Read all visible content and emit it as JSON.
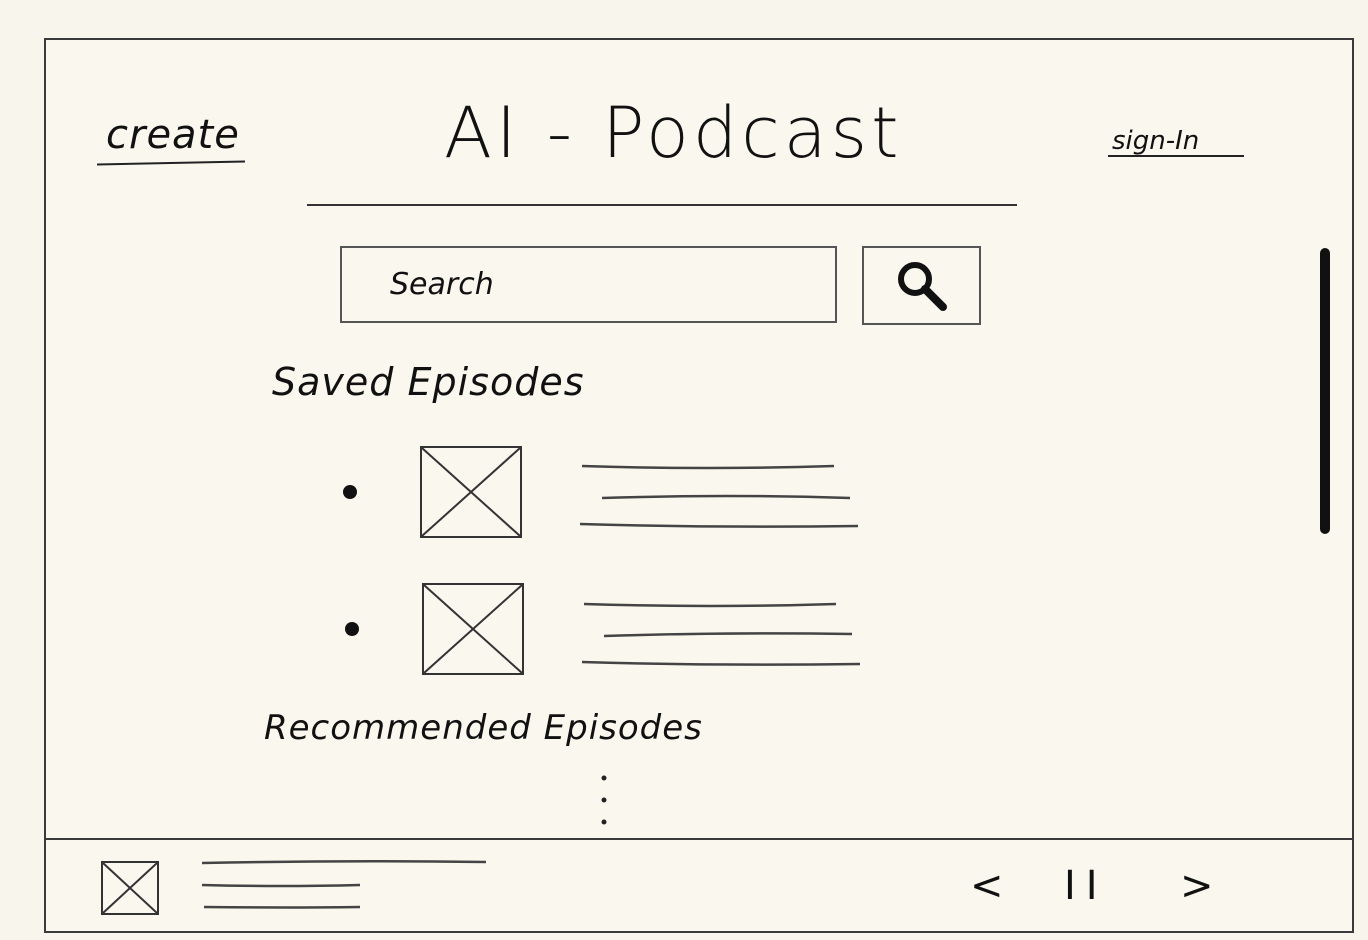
{
  "header": {
    "create_label": "create",
    "title": "AI - Podcast",
    "signin_label": "sign-In"
  },
  "search": {
    "placeholder": "Search",
    "button_icon": "search-icon"
  },
  "sections": {
    "saved_heading": "Saved Episodes",
    "recommended_heading": "Recommended Episodes",
    "more_indicator": "⋮"
  },
  "saved_episodes": [
    {
      "thumbnail_icon": "image-placeholder-icon"
    },
    {
      "thumbnail_icon": "image-placeholder-icon"
    }
  ],
  "player": {
    "thumbnail_icon": "image-placeholder-icon",
    "prev_label": "<",
    "pause_label": "II",
    "next_label": ">"
  }
}
